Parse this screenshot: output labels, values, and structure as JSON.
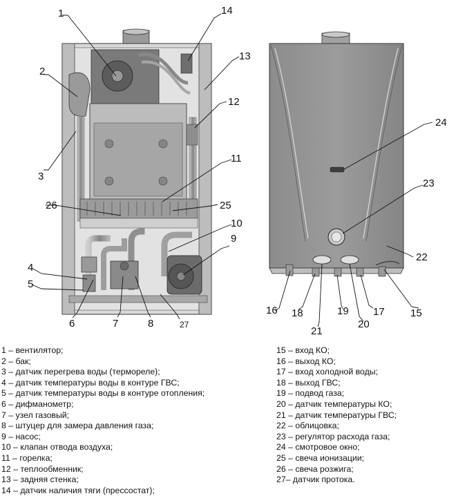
{
  "callouts": {
    "left": [
      "1",
      "2",
      "3",
      "4",
      "5",
      "6",
      "7",
      "8",
      "9",
      "10",
      "11",
      "12",
      "13",
      "14",
      "25",
      "26",
      "27"
    ],
    "right": [
      "15",
      "16",
      "17",
      "18",
      "19",
      "20",
      "21",
      "22",
      "23",
      "24"
    ]
  },
  "legend": {
    "left": [
      "1 – вентилятор;",
      "2 – бак;",
      "3 – датчик перегрева воды (термореле);",
      "4 – датчик температуры воды в контуре ГВС;",
      "5 – датчик температуры воды в контуре отопления;",
      "6 – дифманометр;",
      "7 – узел газовый;",
      "8 – штуцер для замера давления газа;",
      "9 – насос;",
      "10 – клапан отвода воздуха;",
      "11 – горелка;",
      "12 – теплообменник;",
      "13 – задняя стенка;",
      "14 – датчик наличия тяги (прессостат);"
    ],
    "right": [
      "15 – вход КО;",
      "16 – выход КО;",
      "17 – вход холодной воды;",
      "18 – выход ГВС;",
      "19 – подвод газа;",
      "20 – датчик температуры КО;",
      "21 – датчик температуры ГВС;",
      "22 – облицовка;",
      "23 – регулятор расхода газа;",
      "24 – смотровое окно;",
      "25 – свеча ионизации;",
      "26 – свеча розжига;",
      "27– датчик протока."
    ]
  }
}
